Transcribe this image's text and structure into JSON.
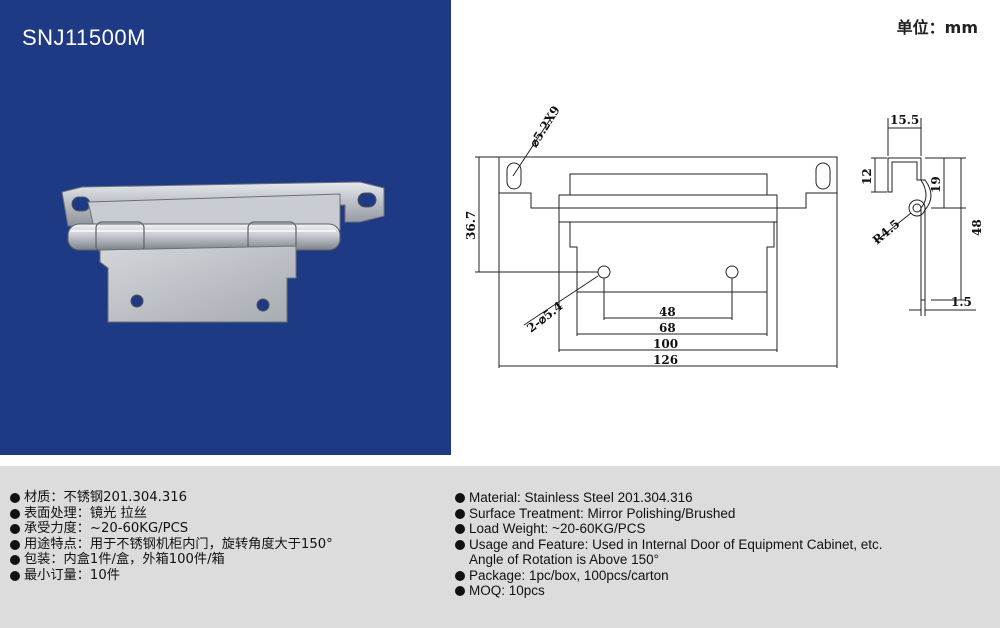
{
  "model": "SNJ11500M",
  "unit_label": "单位：mm",
  "drawing": {
    "front": {
      "slot_dim": "⌀5.2X9",
      "height_dim": "36.7",
      "hole_dim": "2-⌀5.4",
      "width_dims": [
        "48",
        "68",
        "100",
        "126"
      ]
    },
    "side": {
      "top_width": "15.5",
      "left_height": "12",
      "right_height_1": "19",
      "right_height_2": "48",
      "radius": "R4.5",
      "thickness": "1.5"
    }
  },
  "specs_cn": [
    "材质：不锈钢201.304.316",
    "表面处理：镜光 拉丝",
    "承受力度：~20-60KG/PCS",
    "用途特点：用于不锈钢机柜内门，旋转角度大于150°",
    "包装：内盒1件/盒，外箱100件/箱",
    "最小订量：10件"
  ],
  "specs_en": {
    "material": "Material: Stainless Steel 201.304.316",
    "surface": "Surface Treatment: Mirror Polishing/Brushed",
    "load": "Load Weight: ~20-60KG/PCS",
    "usage_line1": "Usage and Feature: Used in Internal Door of Equipment Cabinet, etc.",
    "usage_line2": "Angle of Rotation is Above 150°",
    "package": "Package: 1pc/box, 100pcs/carton",
    "moq": "MOQ: 10pcs"
  },
  "colors": {
    "photo_background": "#1f3a85",
    "spec_band": "#dcdcdc"
  }
}
